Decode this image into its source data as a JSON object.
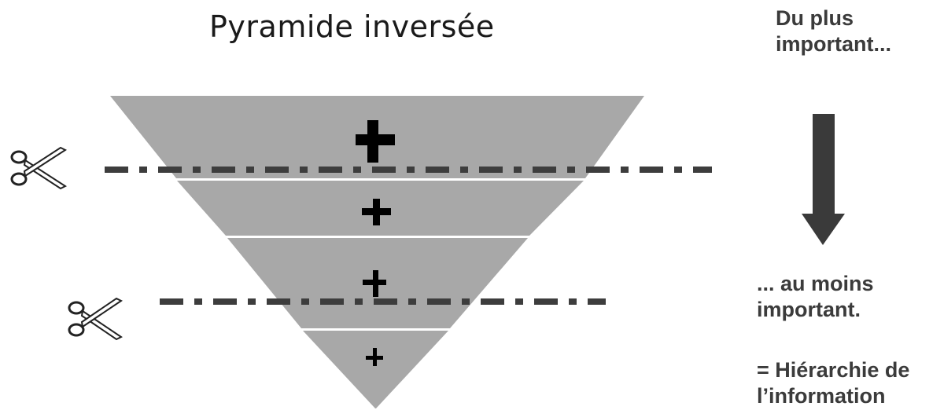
{
  "title": "Pyramide inversée",
  "top_label": [
    "Du plus",
    "important..."
  ],
  "bottom_label": [
    "... au moins",
    "important."
  ],
  "hierarchy_label": [
    "= Hiérarchie de",
    "l’information"
  ],
  "levels": [
    "+",
    "+",
    "+",
    "+"
  ],
  "icons": {
    "cut_marker": "scissors-icon",
    "direction": "arrow-down-icon"
  },
  "colors": {
    "pyramid": "#a8a8a8",
    "cut_line": "#3d3d3d",
    "arrow": "#3a3a3a",
    "plus": "#000000"
  }
}
